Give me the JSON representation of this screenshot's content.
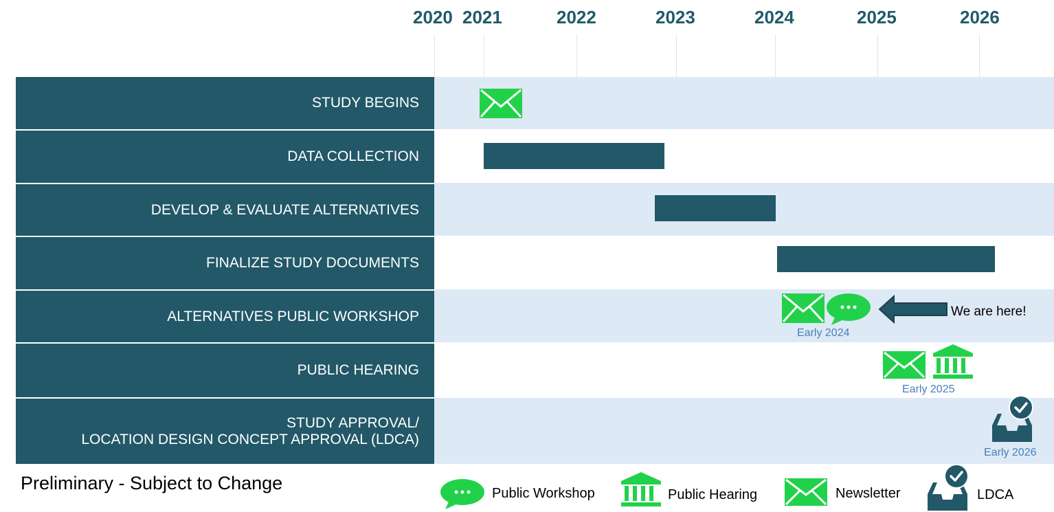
{
  "timeline": {
    "years": [
      "2020",
      "2021",
      "2022",
      "2023",
      "2024",
      "2025",
      "2026"
    ]
  },
  "tasks": [
    {
      "label": "STUDY BEGINS"
    },
    {
      "label": "DATA COLLECTION",
      "start": "2021",
      "end": "2022-11"
    },
    {
      "label": "DEVELOP & EVALUATE ALTERNATIVES",
      "start": "2022-11",
      "end": "2024"
    },
    {
      "label": "FINALIZE STUDY DOCUMENTS",
      "start": "2024",
      "end": "2026-03"
    },
    {
      "label": "ALTERNATIVES PUBLIC WORKSHOP"
    },
    {
      "label": "PUBLIC HEARING"
    },
    {
      "label_line1": "STUDY APPROVAL/",
      "label_line2": "LOCATION DESIGN CONCEPT APPROVAL (LDCA)"
    }
  ],
  "captions": {
    "workshop": "Early 2024",
    "hearing": "Early 2025",
    "ldca": "Early 2026"
  },
  "marker": {
    "label": "We are here!"
  },
  "footer": {
    "note": "Preliminary - Subject to Change"
  },
  "legend": {
    "workshop": "Public Workshop",
    "hearing": "Public Hearing",
    "newsletter": "Newsletter",
    "ldca": "LDCA"
  },
  "colors": {
    "primary": "#225868",
    "band": "#dde9f5",
    "icon_green": "#22d14a",
    "caption_blue": "#4a7ebb"
  },
  "icons": {
    "newsletter": "envelope-icon",
    "workshop": "speech-bubble-icon",
    "hearing": "courthouse-icon",
    "ldca": "inbox-check-icon",
    "marker": "left-arrow-icon"
  }
}
